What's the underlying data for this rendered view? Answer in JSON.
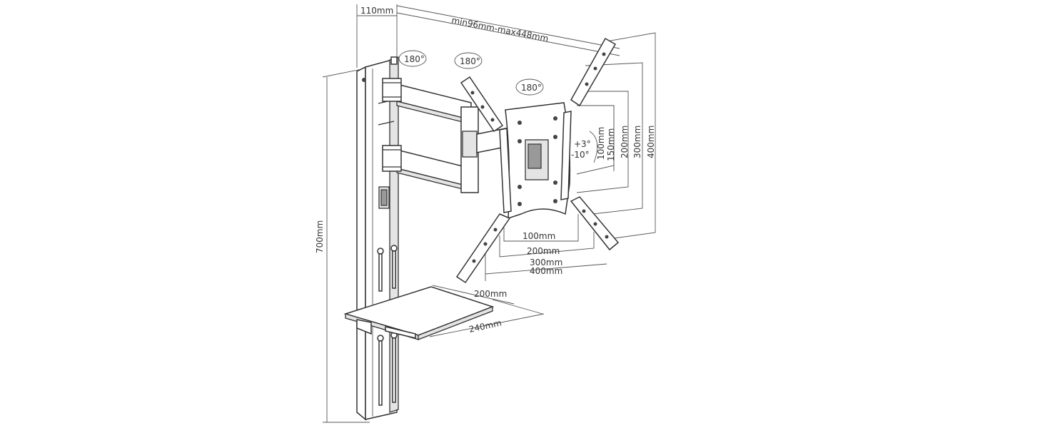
{
  "dimensions": {
    "arm_depth": "110mm",
    "extension_range": "min96mm-max448mm",
    "column_height": "700mm",
    "shelf_depth": "200mm",
    "shelf_width": "240mm",
    "vesa_widths": [
      "100mm",
      "200mm",
      "300mm",
      "400mm"
    ],
    "vesa_heights": [
      "100mm",
      "150mm",
      "200mm",
      "300mm",
      "400mm"
    ]
  },
  "rotation": {
    "swivel_labels": [
      "180°",
      "180°",
      "180°"
    ],
    "tilt_up": "+3°",
    "tilt_down": "-10°"
  },
  "colors": {
    "line": "#333333",
    "fill": "#ffffff",
    "shade": "#e4e4e4"
  }
}
